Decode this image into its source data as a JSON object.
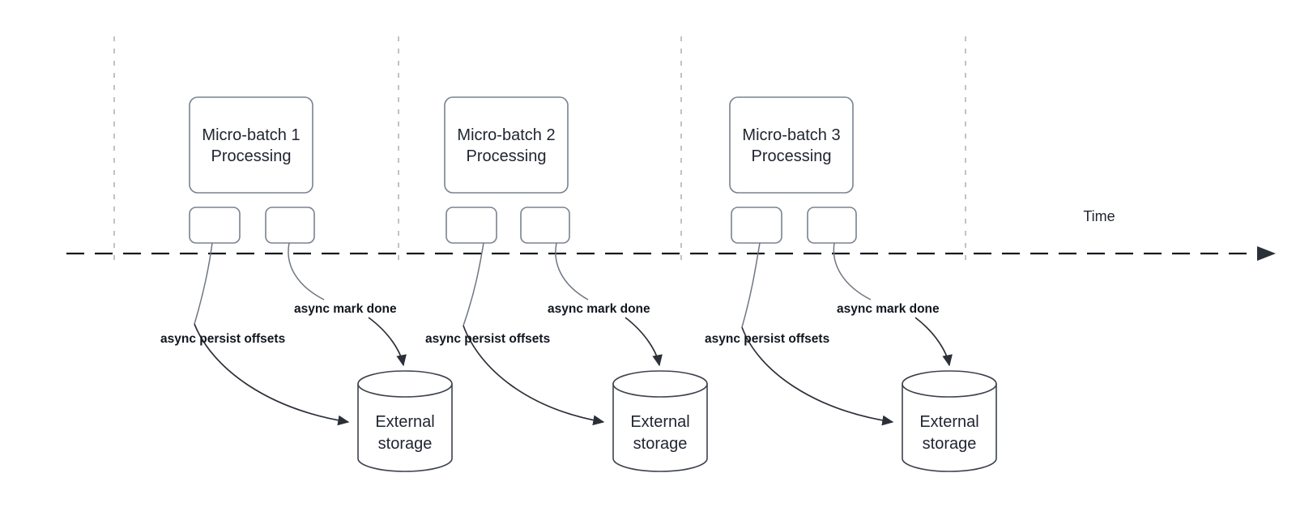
{
  "diagram": {
    "title": "Structured Streaming async offset commit timeline",
    "background_color": "#ffffff",
    "axis": {
      "label": "Time",
      "line_color": "#15181d",
      "divider_color": "#b9bcc2"
    },
    "colors": {
      "box_stroke": "#7a8290",
      "cylinder_stroke": "#3d434d",
      "edge_stroke": "#2b3038",
      "text": "#1f2430",
      "edge_label_text": "#11161f"
    },
    "groups": [
      {
        "id": "micro-batch-1",
        "batch_label_line1": "Micro-batch 1",
        "batch_label_line2": "Processing",
        "task_boxes": [
          {
            "id": "mb1-task-a",
            "label": ""
          },
          {
            "id": "mb1-task-b",
            "label": ""
          }
        ],
        "edges": [
          {
            "id": "mb1-persist",
            "label": "async persist offsets"
          },
          {
            "id": "mb1-mark-done",
            "label": "async mark done"
          }
        ],
        "storage": {
          "label_line1": "External",
          "label_line2": "storage"
        }
      },
      {
        "id": "micro-batch-2",
        "batch_label_line1": "Micro-batch 2",
        "batch_label_line2": "Processing",
        "task_boxes": [
          {
            "id": "mb2-task-a",
            "label": ""
          },
          {
            "id": "mb2-task-b",
            "label": ""
          }
        ],
        "edges": [
          {
            "id": "mb2-persist",
            "label": "async persist offsets"
          },
          {
            "id": "mb2-mark-done",
            "label": "async mark done"
          }
        ],
        "storage": {
          "label_line1": "External",
          "label_line2": "storage"
        }
      },
      {
        "id": "micro-batch-3",
        "batch_label_line1": "Micro-batch 3",
        "batch_label_line2": "Processing",
        "task_boxes": [
          {
            "id": "mb3-task-a",
            "label": ""
          },
          {
            "id": "mb3-task-b",
            "label": ""
          }
        ],
        "edges": [
          {
            "id": "mb3-persist",
            "label": "async persist offsets"
          },
          {
            "id": "mb3-mark-done",
            "label": "async mark done"
          }
        ],
        "storage": {
          "label_line1": "External",
          "label_line2": "storage"
        }
      }
    ]
  }
}
